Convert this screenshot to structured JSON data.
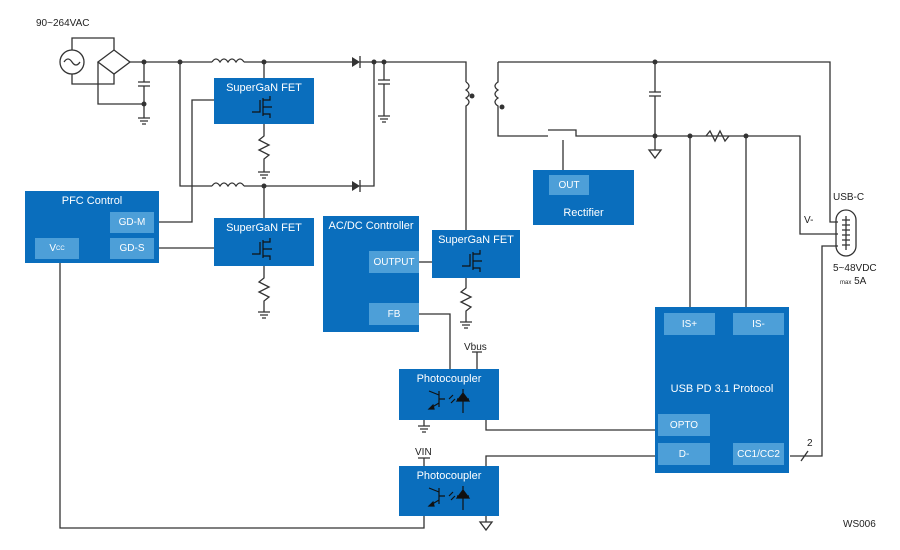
{
  "diagram": {
    "id_label": "WS006",
    "input_label": "90~264VAC",
    "blocks": {
      "fet_top": {
        "title": "SuperGaN FET"
      },
      "fet_mid": {
        "title": "SuperGaN FET"
      },
      "fet_acdc": {
        "title": "SuperGaN FET"
      },
      "pfc": {
        "title": "PFC Control",
        "pins": {
          "gdm": "GD-M",
          "gds": "GD-S",
          "vcc_main": "V",
          "vcc_sub": "CC"
        }
      },
      "acdc": {
        "title": "AC/DC Controller",
        "pins": {
          "output": "OUTPUT",
          "fb": "FB"
        }
      },
      "rectifier": {
        "title": "Rectifier",
        "pins": {
          "out": "OUT"
        }
      },
      "usbpd": {
        "title": "USB PD 3.1 Protocol",
        "pins": {
          "isp": "IS+",
          "ism": "IS-",
          "opto": "OPTO",
          "dm": "D-",
          "cc": "CC1/CC2"
        }
      },
      "photo1": {
        "title": "Photocoupler"
      },
      "photo2": {
        "title": "Photocoupler"
      }
    },
    "labels": {
      "vbus": "Vbus",
      "vin": "VIN",
      "vminus": "V-",
      "usbc": "USB-C",
      "vout_range": "5~48VDC",
      "max_prefix": "max",
      "max_current": "5A",
      "bus_width": "2"
    },
    "colors": {
      "block": "#0a6ebd",
      "pin": "#4d9fd8",
      "wire": "#333333"
    }
  }
}
